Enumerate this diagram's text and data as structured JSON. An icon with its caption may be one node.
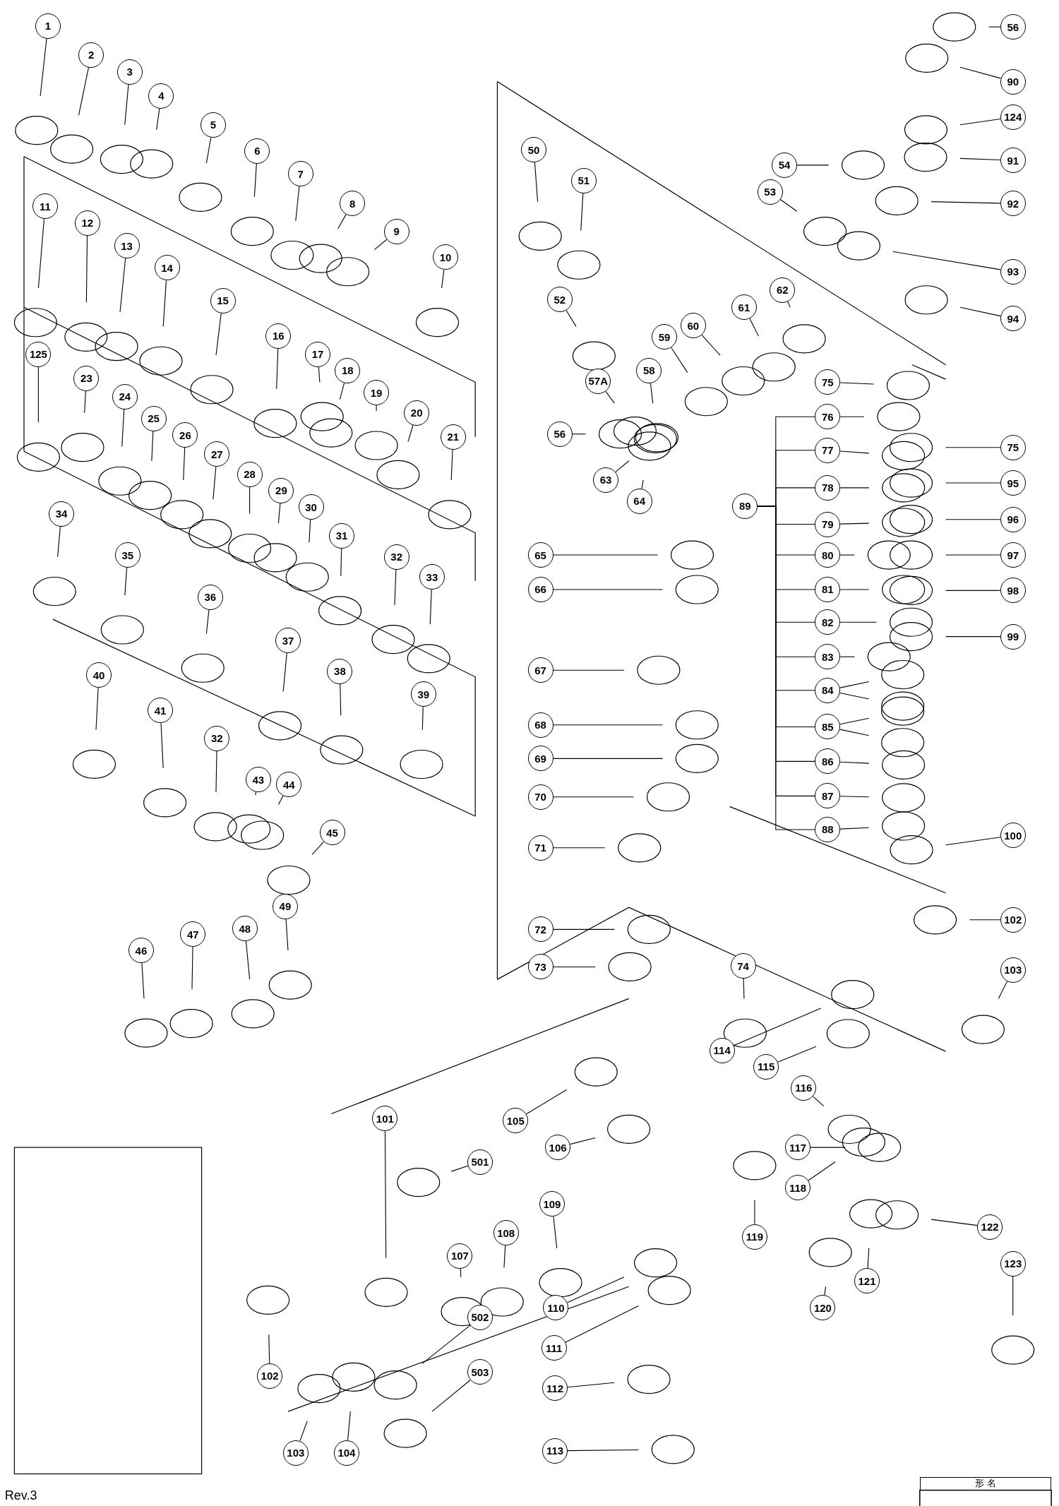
{
  "diagram": {
    "nodes": [
      {
        "text": [
          "1"
        ]
      },
      {
        "text": [
          "2"
        ]
      },
      {
        "text": [
          "3"
        ]
      },
      {
        "text": [
          "4"
        ]
      },
      {
        "text": [
          "5"
        ]
      },
      {
        "text": [
          "6"
        ]
      },
      {
        "text": [
          "7"
        ]
      },
      {
        "text": [
          "8"
        ]
      },
      {
        "text": [
          "9"
        ]
      },
      {
        "text": [
          "10"
        ]
      },
      {
        "text": [
          "11"
        ]
      },
      {
        "text": [
          "12"
        ]
      },
      {
        "text": [
          "13"
        ]
      },
      {
        "text": [
          "14"
        ]
      },
      {
        "text": [
          "15"
        ]
      },
      {
        "text": [
          "16"
        ]
      },
      {
        "text": [
          "17"
        ]
      },
      {
        "text": [
          "18"
        ]
      },
      {
        "text": [
          "19"
        ]
      },
      {
        "text": [
          "20"
        ]
      },
      {
        "text": [
          "21"
        ]
      },
      {
        "text": [
          "125"
        ]
      },
      {
        "text": [
          "23"
        ]
      },
      {
        "text": [
          "24"
        ]
      },
      {
        "text": [
          "25"
        ]
      },
      {
        "text": [
          "26"
        ]
      },
      {
        "text": [
          "27"
        ]
      },
      {
        "text": [
          "28"
        ]
      },
      {
        "text": [
          "29"
        ]
      },
      {
        "text": [
          "30"
        ]
      },
      {
        "text": [
          "31"
        ]
      },
      {
        "text": [
          "32"
        ]
      },
      {
        "text": [
          "33"
        ]
      },
      {
        "text": [
          "34"
        ]
      },
      {
        "text": [
          "35"
        ]
      },
      {
        "text": [
          "36"
        ]
      },
      {
        "text": [
          "37"
        ]
      },
      {
        "text": [
          "38"
        ]
      },
      {
        "text": [
          "39"
        ]
      },
      {
        "text": [
          "40"
        ]
      },
      {
        "text": [
          "41"
        ]
      },
      {
        "text": [
          "32"
        ]
      },
      {
        "text": [
          "43"
        ]
      },
      {
        "text": [
          "44"
        ]
      },
      {
        "text": [
          "45"
        ]
      },
      {
        "text": [
          "46"
        ]
      },
      {
        "text": [
          "47"
        ]
      },
      {
        "text": [
          "48"
        ]
      },
      {
        "text": [
          "49"
        ]
      },
      {
        "text": [
          "50"
        ]
      },
      {
        "text": [
          "51"
        ]
      },
      {
        "text": [
          "52"
        ]
      },
      {
        "text": [
          "53"
        ]
      },
      {
        "text": [
          "54"
        ]
      },
      {
        "text": [
          "56"
        ]
      },
      {
        "text": [
          "90"
        ]
      },
      {
        "text": [
          "124"
        ]
      },
      {
        "text": [
          "91"
        ]
      },
      {
        "text": [
          "92"
        ]
      },
      {
        "text": [
          "93"
        ]
      },
      {
        "text": [
          "94"
        ]
      },
      {
        "text": [
          "62"
        ]
      },
      {
        "text": [
          "61"
        ]
      },
      {
        "text": [
          "60"
        ]
      },
      {
        "text": [
          "59"
        ]
      },
      {
        "text": [
          "58"
        ]
      },
      {
        "text": [
          "57A"
        ]
      },
      {
        "text": [
          "56"
        ]
      },
      {
        "text": [
          "63"
        ]
      },
      {
        "text": [
          "64"
        ]
      },
      {
        "text": [
          "75"
        ]
      },
      {
        "text": [
          "76"
        ]
      },
      {
        "text": [
          "77"
        ]
      },
      {
        "text": [
          "78"
        ]
      },
      {
        "text": [
          "79"
        ]
      },
      {
        "text": [
          "80"
        ]
      },
      {
        "text": [
          "81"
        ]
      },
      {
        "text": [
          "82"
        ]
      },
      {
        "text": [
          "83"
        ]
      },
      {
        "text": [
          "84"
        ]
      },
      {
        "text": [
          "85"
        ]
      },
      {
        "text": [
          "86"
        ]
      },
      {
        "text": [
          "87"
        ]
      },
      {
        "text": [
          "88"
        ]
      },
      {
        "text": [
          "75"
        ]
      },
      {
        "text": [
          "95"
        ]
      },
      {
        "text": [
          "96"
        ]
      },
      {
        "text": [
          "97"
        ]
      },
      {
        "text": [
          "98"
        ]
      },
      {
        "text": [
          "99"
        ]
      },
      {
        "text": [
          "100"
        ]
      },
      {
        "text": [
          "65"
        ]
      },
      {
        "text": [
          "66"
        ]
      },
      {
        "text": [
          "67"
        ]
      },
      {
        "text": [
          "68"
        ]
      },
      {
        "text": [
          "69"
        ]
      },
      {
        "text": [
          "70"
        ]
      },
      {
        "text": [
          "71"
        ]
      },
      {
        "text": [
          "72"
        ]
      },
      {
        "text": [
          "73"
        ]
      },
      {
        "text": [
          "74"
        ]
      },
      {
        "text": [
          "102"
        ]
      },
      {
        "text": [
          "103"
        ]
      },
      {
        "text": [
          "114"
        ]
      },
      {
        "text": [
          "115"
        ]
      },
      {
        "text": [
          "116"
        ]
      },
      {
        "text": [
          "117"
        ]
      },
      {
        "text": [
          "118"
        ]
      },
      {
        "text": [
          "119"
        ]
      },
      {
        "text": [
          "120"
        ]
      },
      {
        "text": [
          "121"
        ]
      },
      {
        "text": [
          "122"
        ]
      },
      {
        "text": [
          "123"
        ]
      },
      {
        "text": [
          "101"
        ]
      },
      {
        "text": [
          "105"
        ]
      },
      {
        "text": [
          "106"
        ]
      },
      {
        "text": [
          "109"
        ]
      },
      {
        "text": [
          "108"
        ]
      },
      {
        "text": [
          "107"
        ]
      },
      {
        "text": [
          "110"
        ]
      },
      {
        "text": [
          "111"
        ]
      },
      {
        "text": [
          "112"
        ]
      },
      {
        "text": [
          "113"
        ]
      },
      {
        "text": [
          "102"
        ]
      },
      {
        "text": [
          "103"
        ]
      },
      {
        "text": [
          "104"
        ]
      },
      {
        "text": [
          "501"
        ]
      },
      {
        "text": [
          "502"
        ]
      },
      {
        "text": [
          "503"
        ]
      },
      {
        "text": [
          "89"
        ]
      }
    ],
    "edges": [
      {
        "from": 0,
        "to": null,
        "arrow": "none"
      },
      {
        "from": 1,
        "to": null,
        "arrow": "none"
      },
      {
        "from": 2,
        "to": null,
        "arrow": "none"
      },
      {
        "from": 3,
        "to": null,
        "arrow": "none"
      },
      {
        "from": 4,
        "to": null,
        "arrow": "none"
      },
      {
        "from": 5,
        "to": null,
        "arrow": "none"
      },
      {
        "from": 6,
        "to": null,
        "arrow": "none"
      },
      {
        "from": 7,
        "to": null,
        "arrow": "none"
      },
      {
        "from": 8,
        "to": null,
        "arrow": "none"
      },
      {
        "from": 9,
        "to": null,
        "arrow": "none"
      },
      {
        "from": 10,
        "to": null,
        "arrow": "none"
      },
      {
        "from": 11,
        "to": null,
        "arrow": "none"
      },
      {
        "from": 12,
        "to": null,
        "arrow": "none"
      },
      {
        "from": 13,
        "to": null,
        "arrow": "none"
      },
      {
        "from": 14,
        "to": null,
        "arrow": "none"
      },
      {
        "from": 15,
        "to": null,
        "arrow": "none"
      },
      {
        "from": 16,
        "to": null,
        "arrow": "none"
      },
      {
        "from": 17,
        "to": null,
        "arrow": "none"
      },
      {
        "from": 18,
        "to": null,
        "arrow": "none"
      },
      {
        "from": 19,
        "to": null,
        "arrow": "none"
      },
      {
        "from": 20,
        "to": null,
        "arrow": "none"
      },
      {
        "from": 21,
        "to": null,
        "arrow": "none"
      },
      {
        "from": 22,
        "to": null,
        "arrow": "none"
      },
      {
        "from": 23,
        "to": null,
        "arrow": "none"
      },
      {
        "from": 24,
        "to": null,
        "arrow": "none"
      },
      {
        "from": 25,
        "to": null,
        "arrow": "none"
      },
      {
        "from": 26,
        "to": null,
        "arrow": "none"
      },
      {
        "from": 27,
        "to": null,
        "arrow": "none"
      },
      {
        "from": 28,
        "to": null,
        "arrow": "none"
      },
      {
        "from": 29,
        "to": null,
        "arrow": "none"
      },
      {
        "from": 30,
        "to": null,
        "arrow": "none"
      },
      {
        "from": 31,
        "to": null,
        "arrow": "none"
      },
      {
        "from": 32,
        "to": null,
        "arrow": "none"
      },
      {
        "from": 33,
        "to": null,
        "arrow": "none"
      },
      {
        "from": 34,
        "to": null,
        "arrow": "none"
      },
      {
        "from": 35,
        "to": null,
        "arrow": "none"
      },
      {
        "from": 36,
        "to": null,
        "arrow": "none"
      },
      {
        "from": 37,
        "to": null,
        "arrow": "none"
      },
      {
        "from": 38,
        "to": null,
        "arrow": "none"
      },
      {
        "from": 39,
        "to": null,
        "arrow": "none"
      },
      {
        "from": 40,
        "to": null,
        "arrow": "none"
      },
      {
        "from": 41,
        "to": null,
        "arrow": "none"
      },
      {
        "from": 42,
        "to": null,
        "arrow": "none"
      },
      {
        "from": 43,
        "to": null,
        "arrow": "none"
      },
      {
        "from": 44,
        "to": null,
        "arrow": "none"
      },
      {
        "from": 45,
        "to": null,
        "arrow": "none"
      },
      {
        "from": 46,
        "to": null,
        "arrow": "none"
      },
      {
        "from": 47,
        "to": null,
        "arrow": "none"
      },
      {
        "from": 48,
        "to": null,
        "arrow": "none"
      },
      {
        "from": 49,
        "to": null,
        "arrow": "none"
      },
      {
        "from": 50,
        "to": null,
        "arrow": "none"
      },
      {
        "from": 51,
        "to": null,
        "arrow": "none"
      },
      {
        "from": 52,
        "to": null,
        "arrow": "none"
      },
      {
        "from": 53,
        "to": null,
        "arrow": "none"
      },
      {
        "from": 54,
        "to": null,
        "arrow": "none"
      },
      {
        "from": 55,
        "to": null,
        "arrow": "none"
      },
      {
        "from": 56,
        "to": null,
        "arrow": "none"
      },
      {
        "from": 57,
        "to": null,
        "arrow": "none"
      },
      {
        "from": 58,
        "to": null,
        "arrow": "none"
      },
      {
        "from": 59,
        "to": null,
        "arrow": "none"
      },
      {
        "from": 60,
        "to": null,
        "arrow": "none"
      },
      {
        "from": 61,
        "to": null,
        "arrow": "none"
      },
      {
        "from": 62,
        "to": null,
        "arrow": "none"
      },
      {
        "from": 63,
        "to": null,
        "arrow": "none"
      },
      {
        "from": 64,
        "to": null,
        "arrow": "none"
      },
      {
        "from": 65,
        "to": null,
        "arrow": "none"
      },
      {
        "from": 66,
        "to": null,
        "arrow": "none"
      },
      {
        "from": 67,
        "to": null,
        "arrow": "none"
      },
      {
        "from": 68,
        "to": null,
        "arrow": "none"
      },
      {
        "from": 69,
        "to": null,
        "arrow": "none"
      },
      {
        "from": 70,
        "to": null,
        "arrow": "none"
      },
      {
        "from": 71,
        "to": null,
        "arrow": "none"
      },
      {
        "from": 72,
        "to": null,
        "arrow": "none"
      },
      {
        "from": 73,
        "to": null,
        "arrow": "none"
      },
      {
        "from": 74,
        "to": null,
        "arrow": "none"
      },
      {
        "from": 75,
        "to": null,
        "arrow": "none"
      },
      {
        "from": 76,
        "to": null,
        "arrow": "none"
      },
      {
        "from": 77,
        "to": null,
        "arrow": "none"
      },
      {
        "from": 78,
        "to": null,
        "arrow": "none"
      },
      {
        "from": 79,
        "to": null,
        "arrow": "none"
      },
      {
        "from": 79,
        "to": null,
        "arrow": "none"
      },
      {
        "from": 80,
        "to": null,
        "arrow": "none"
      },
      {
        "from": 80,
        "to": null,
        "arrow": "none"
      },
      {
        "from": 81,
        "to": null,
        "arrow": "none"
      },
      {
        "from": 82,
        "to": null,
        "arrow": "none"
      },
      {
        "from": 83,
        "to": null,
        "arrow": "none"
      },
      {
        "from": 84,
        "to": null,
        "arrow": "none"
      },
      {
        "from": 85,
        "to": null,
        "arrow": "none"
      },
      {
        "from": 86,
        "to": null,
        "arrow": "none"
      },
      {
        "from": 87,
        "to": null,
        "arrow": "none"
      },
      {
        "from": 88,
        "to": null,
        "arrow": "none"
      },
      {
        "from": 89,
        "to": null,
        "arrow": "none"
      },
      {
        "from": 90,
        "to": null,
        "arrow": "none"
      },
      {
        "from": 91,
        "to": null,
        "arrow": "none"
      },
      {
        "from": 92,
        "to": null,
        "arrow": "none"
      },
      {
        "from": 93,
        "to": null,
        "arrow": "none"
      },
      {
        "from": 94,
        "to": null,
        "arrow": "none"
      },
      {
        "from": 95,
        "to": null,
        "arrow": "none"
      },
      {
        "from": 96,
        "to": null,
        "arrow": "none"
      },
      {
        "from": 97,
        "to": null,
        "arrow": "none"
      },
      {
        "from": 98,
        "to": null,
        "arrow": "none"
      },
      {
        "from": 99,
        "to": null,
        "arrow": "none"
      },
      {
        "from": 100,
        "to": null,
        "arrow": "none"
      },
      {
        "from": 101,
        "to": null,
        "arrow": "none"
      },
      {
        "from": 102,
        "to": null,
        "arrow": "none"
      },
      {
        "from": 103,
        "to": null,
        "arrow": "none"
      },
      {
        "from": 104,
        "to": null,
        "arrow": "none"
      },
      {
        "from": 105,
        "to": null,
        "arrow": "none"
      },
      {
        "from": 106,
        "to": null,
        "arrow": "none"
      },
      {
        "from": 107,
        "to": null,
        "arrow": "none"
      },
      {
        "from": 108,
        "to": null,
        "arrow": "none"
      },
      {
        "from": 109,
        "to": null,
        "arrow": "none"
      },
      {
        "from": 110,
        "to": null,
        "arrow": "none"
      },
      {
        "from": 111,
        "to": null,
        "arrow": "none"
      },
      {
        "from": 112,
        "to": null,
        "arrow": "none"
      },
      {
        "from": 113,
        "to": null,
        "arrow": "none"
      },
      {
        "from": 114,
        "to": null,
        "arrow": "none"
      },
      {
        "from": 115,
        "to": null,
        "arrow": "none"
      },
      {
        "from": 116,
        "to": null,
        "arrow": "none"
      },
      {
        "from": 117,
        "to": null,
        "arrow": "none"
      },
      {
        "from": 118,
        "to": null,
        "arrow": "none"
      },
      {
        "from": 119,
        "to": null,
        "arrow": "none"
      },
      {
        "from": 120,
        "to": null,
        "arrow": "none"
      },
      {
        "from": 121,
        "to": null,
        "arrow": "none"
      },
      {
        "from": 122,
        "to": null,
        "arrow": "none"
      },
      {
        "from": 123,
        "to": null,
        "arrow": "none"
      },
      {
        "from": 124,
        "to": null,
        "arrow": "none"
      },
      {
        "from": 125,
        "to": null,
        "arrow": "none"
      },
      {
        "from": 126,
        "to": null,
        "arrow": "none"
      },
      {
        "from": 127,
        "to": null,
        "arrow": "none"
      },
      {
        "from": 128,
        "to": null,
        "arrow": "none"
      },
      {
        "from": 129,
        "to": 71,
        "arrow": "none"
      },
      {
        "from": 129,
        "to": 72,
        "arrow": "none"
      },
      {
        "from": 129,
        "to": 73,
        "arrow": "none"
      },
      {
        "from": 129,
        "to": 74,
        "arrow": "none"
      },
      {
        "from": 129,
        "to": 75,
        "arrow": "none"
      },
      {
        "from": 129,
        "to": 76,
        "arrow": "none"
      },
      {
        "from": 129,
        "to": 77,
        "arrow": "none"
      },
      {
        "from": 129,
        "to": 78,
        "arrow": "none"
      },
      {
        "from": 129,
        "to": 79,
        "arrow": "none"
      },
      {
        "from": 129,
        "to": 80,
        "arrow": "none"
      },
      {
        "from": 129,
        "to": 81,
        "arrow": "none"
      },
      {
        "from": 129,
        "to": 82,
        "arrow": "none"
      },
      {
        "from": 129,
        "to": 83,
        "arrow": "none"
      }
    ],
    "labels": [
      "形 名",
      "Rev.3"
    ]
  }
}
